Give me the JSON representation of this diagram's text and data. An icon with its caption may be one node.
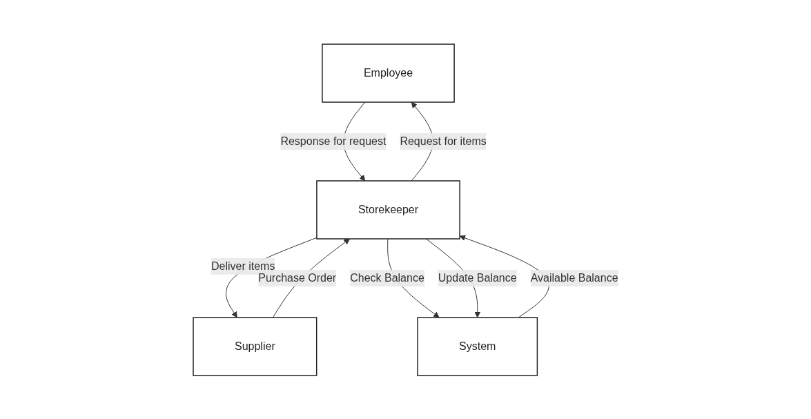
{
  "diagram": {
    "nodes": [
      {
        "text": [
          "Employee"
        ]
      },
      {
        "text": [
          "Supplier"
        ]
      },
      {
        "text": [
          "Storekeeper"
        ]
      },
      {
        "text": [
          "System"
        ]
      }
    ],
    "edges": [
      {
        "from": 0,
        "to": 2,
        "arrow": "to",
        "label": "Response for request"
      },
      {
        "from": 2,
        "to": 0,
        "arrow": "to",
        "label": "Request for items"
      },
      {
        "from": 2,
        "to": 1,
        "arrow": "to",
        "label": "Deliver items"
      },
      {
        "from": 1,
        "to": 2,
        "arrow": "to",
        "label": "Purchase  Order"
      },
      {
        "from": 2,
        "to": 3,
        "arrow": "to",
        "label": "Check Balance"
      },
      {
        "from": 3,
        "to": 2,
        "arrow": "to",
        "label": "Available Balance"
      },
      {
        "from": 2,
        "to": 3,
        "arrow": "to",
        "label": "Update Balance"
      }
    ]
  }
}
